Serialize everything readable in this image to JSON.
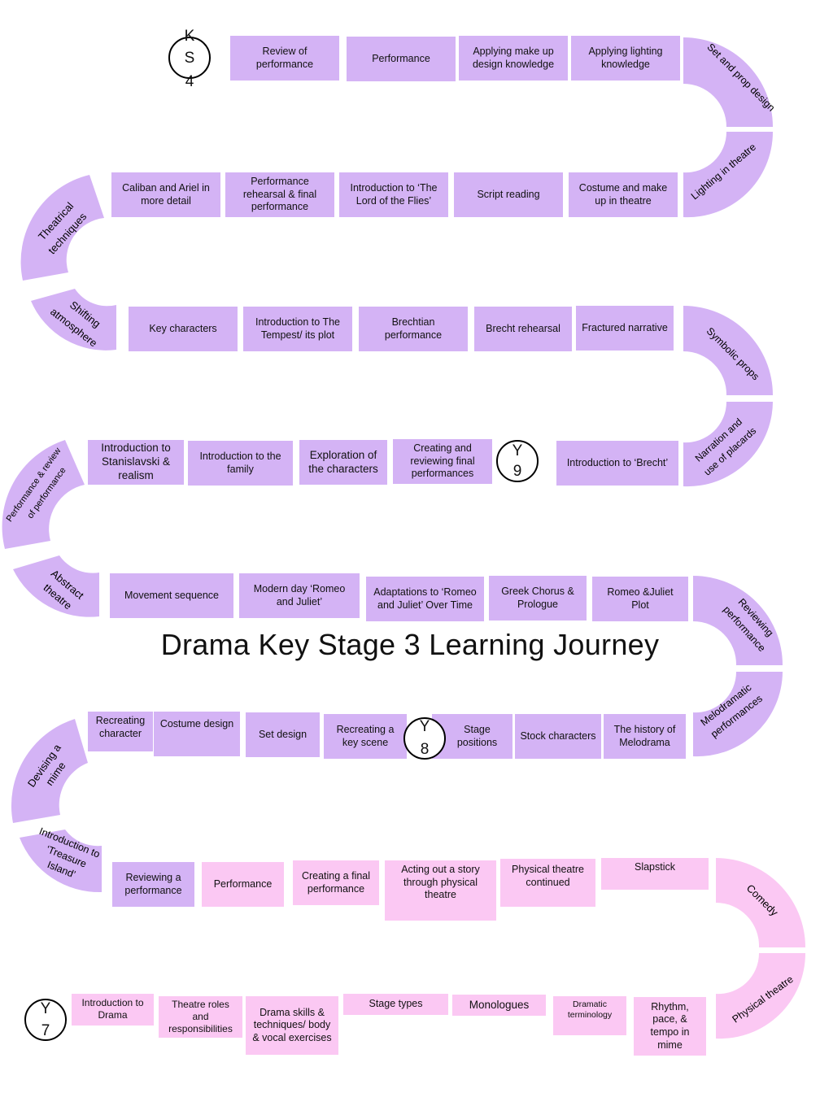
{
  "title": "Drama Key Stage 3 Learning Journey",
  "colors": {
    "year_lower": "#fbc8f3",
    "year_upper": "#d4b3f5"
  },
  "markers": [
    {
      "id": "ks4",
      "top": "K",
      "mid": "S",
      "bottom": "4"
    },
    {
      "id": "y9",
      "top": "Y",
      "bottom": "9"
    },
    {
      "id": "y8",
      "top": "Y",
      "bottom": "8"
    },
    {
      "id": "y7",
      "top": "Y",
      "bottom": "7"
    }
  ],
  "row1": [
    "Review  of performance",
    "Performance",
    "Applying make up design knowledge",
    "Applying lighting knowledge"
  ],
  "row2": [
    "Caliban  and Ariel in more detail",
    "Performance rehearsal  & final performance",
    "Introduction  to ‘The Lord of the Flies’",
    "Script reading",
    "Costume  and make up in theatre"
  ],
  "row3": [
    "Key characters",
    "Introduction  to The Tempest/ its plot",
    "Brechtian performance",
    "Brecht rehearsal",
    "Fractured narrative"
  ],
  "row4": [
    "Introduction to Stanislavski & realism",
    "Introduction  to the family",
    "Exploration of the characters",
    "Creating  and reviewing  final performances",
    "Introduction  to ‘Brecht’"
  ],
  "row5": [
    "Movement  sequence",
    "Modern  day ‘Romeo and Juliet’",
    "Adaptations to ‘Romeo  and Juliet’ Over Time",
    "Greek Chorus & Prologue",
    "Romeo &Juliet Plot"
  ],
  "row6": [
    "Recreating character",
    "Costume design",
    "Set design",
    "Recreating  a key scene",
    "Stage positions",
    "Stock characters",
    "The history of Melodrama"
  ],
  "row7": [
    "Reviewing a performance",
    "Performance",
    "Creating  a final performance",
    "Acting out a story through physical theatre",
    "Physical theatre continued",
    "Slapstick"
  ],
  "row8": [
    "Introduction to Drama",
    "Theatre roles and responsibilities",
    "Drama  skills & techniques/ body & vocal exercises",
    "Stage types",
    "Monologues",
    "Dramatic terminology",
    "Rhythm, pace, & tempo in mime"
  ],
  "curves": {
    "set_prop": "Set and prop design",
    "lighting": "Lighting in theatre",
    "theatrical_1": "Theatrical",
    "theatrical_2": "techniques",
    "shifting_1": "Shifting",
    "shifting_2": "atmosphere",
    "symbolic": "Symbolic props",
    "narration_1": "Narration and",
    "narration_2": "use of placards",
    "perf_review_1": "Performance & review",
    "perf_review_2": "of performance",
    "abstract_1": "Abstract",
    "abstract_2": "theatre",
    "reviewing_1": "Reviewing",
    "reviewing_2": "performance",
    "melodramatic_1": "Melodramatic",
    "melodramatic_2": "performances",
    "devising_1": "Devising a",
    "devising_2": "mime",
    "treasure_1": "Introduction to",
    "treasure_2": "‘Treasure",
    "treasure_3": "Island’",
    "comedy": "Comedy",
    "physical": "Physical theatre"
  }
}
